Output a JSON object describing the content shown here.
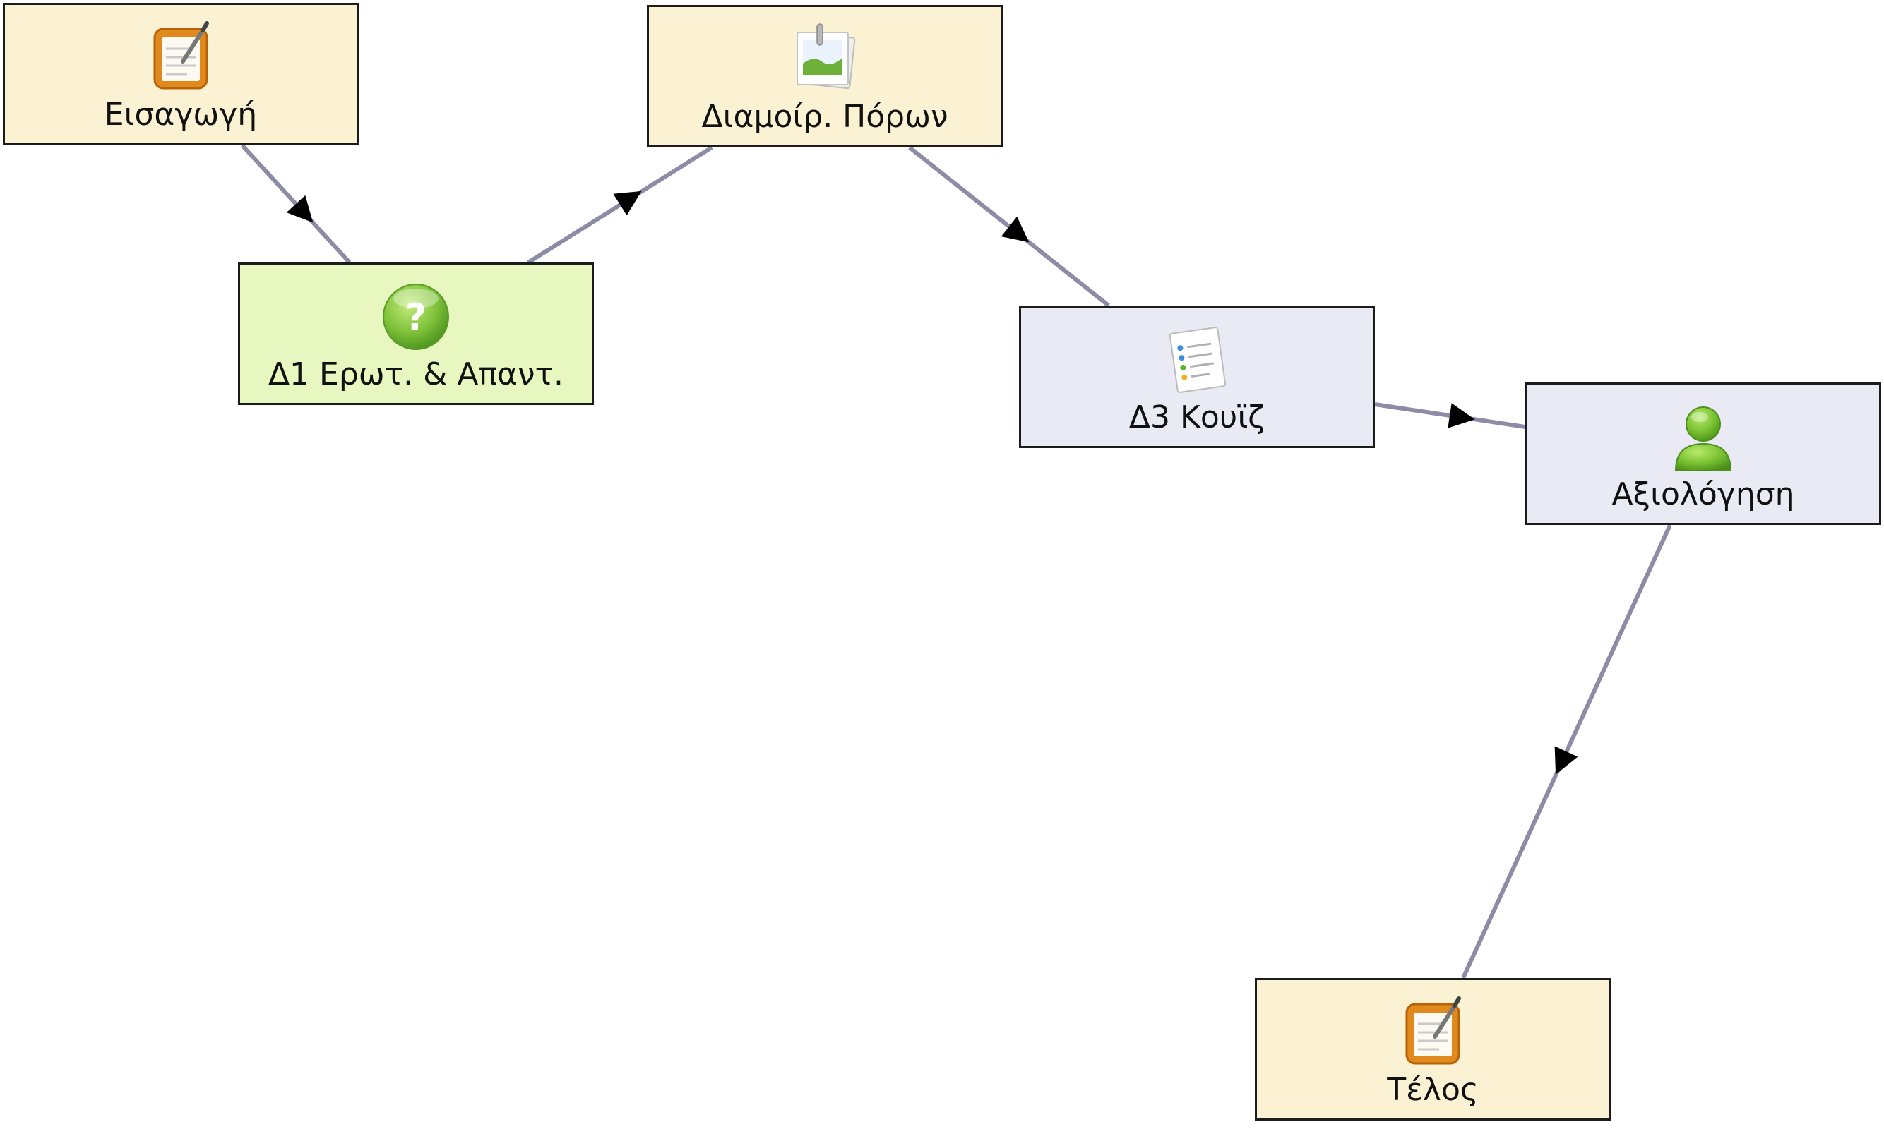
{
  "nodes": {
    "intro": {
      "label": "Εισαγωγή",
      "icon": "notepad-icon",
      "color": "#fbf2d3"
    },
    "qa": {
      "label": "Δ1 Ερωτ. & Απαντ.",
      "icon": "question-icon",
      "color": "#e8f7c0"
    },
    "res": {
      "label": "Διαμοίρ. Πόρων",
      "icon": "image-icon",
      "color": "#fbf2d3"
    },
    "quiz": {
      "label": "Δ3 Κουϊζ",
      "icon": "checklist-icon",
      "color": "#eaeaf5"
    },
    "assess": {
      "label": "Αξιολόγηση",
      "icon": "user-icon",
      "color": "#eaeaf5"
    },
    "end": {
      "label": "Τέλος",
      "icon": "notepad-icon",
      "color": "#fbf2d3"
    }
  },
  "edges": [
    {
      "from": "intro",
      "to": "qa"
    },
    {
      "from": "qa",
      "to": "res"
    },
    {
      "from": "res",
      "to": "quiz"
    },
    {
      "from": "quiz",
      "to": "assess"
    },
    {
      "from": "assess",
      "to": "end"
    }
  ],
  "colors": {
    "edge": "#8c8ca6",
    "arrow": "#000000",
    "border": "#1c1c1c"
  }
}
